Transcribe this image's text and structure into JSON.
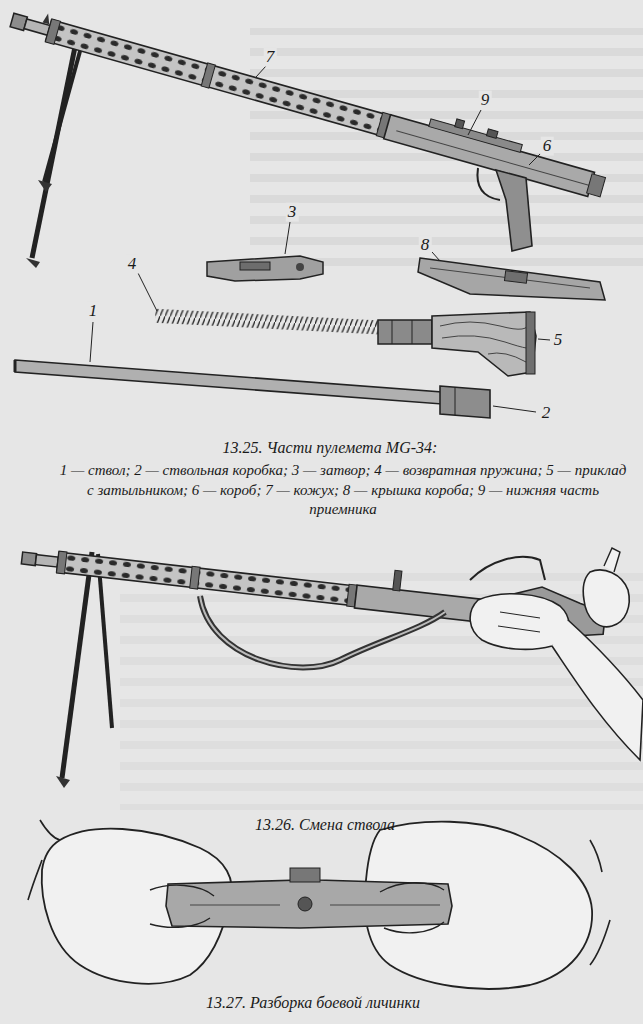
{
  "diagram": {
    "labels": [
      "7",
      "9",
      "6",
      "3",
      "8",
      "4",
      "5",
      "1",
      "2",
      "13.25. Части пулемета MG-34:",
      "1 — ствол; 2 — ствольная коробка; 3 — затвор; 4 — возвратная пружина; 5 — приклад с затыльником; 6 — короб; 7 — кожух; 8 — крышка короба; 9 — нижняя часть приемника",
      "13.26. Смена ствола",
      "13.27. Разборка боевой личинки"
    ]
  }
}
